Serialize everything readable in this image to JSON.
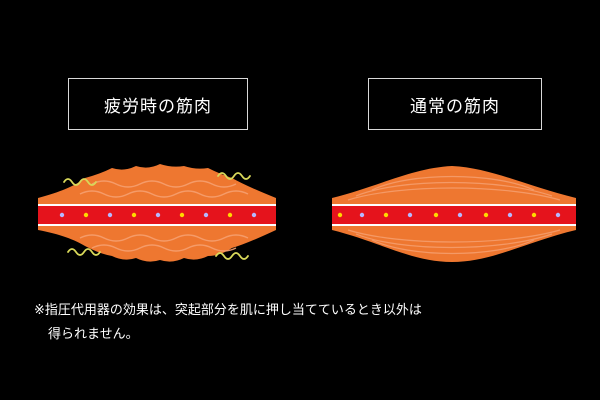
{
  "labels": {
    "tired_muscle": "疲労時の筋肉",
    "normal_muscle": "通常の筋肉"
  },
  "footnote": {
    "line1": "※指圧代用器の効果は、突起部分を肌に押し当てているとき以外は",
    "line2": "得られません。"
  },
  "colors": {
    "background": "#000000",
    "muscle_orange": "#ee7730",
    "muscle_fiber": "#f6a070",
    "blood_vessel": "#e5131c",
    "vessel_edge": "#ffffff",
    "dot_yellow": "#ffd800",
    "dot_lavender": "#b6b8ff",
    "squiggle": "#d8d85a"
  }
}
